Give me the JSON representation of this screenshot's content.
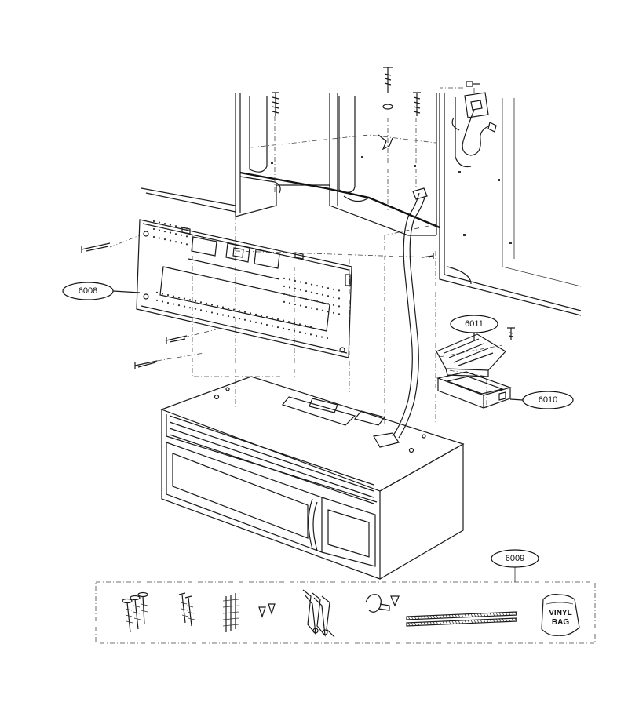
{
  "callouts": {
    "p6008": "6008",
    "p6011": "6011",
    "p6010": "6010",
    "p6009": "6009"
  },
  "vinyl_bag": {
    "line1": "VINYL",
    "line2": "BAG"
  }
}
